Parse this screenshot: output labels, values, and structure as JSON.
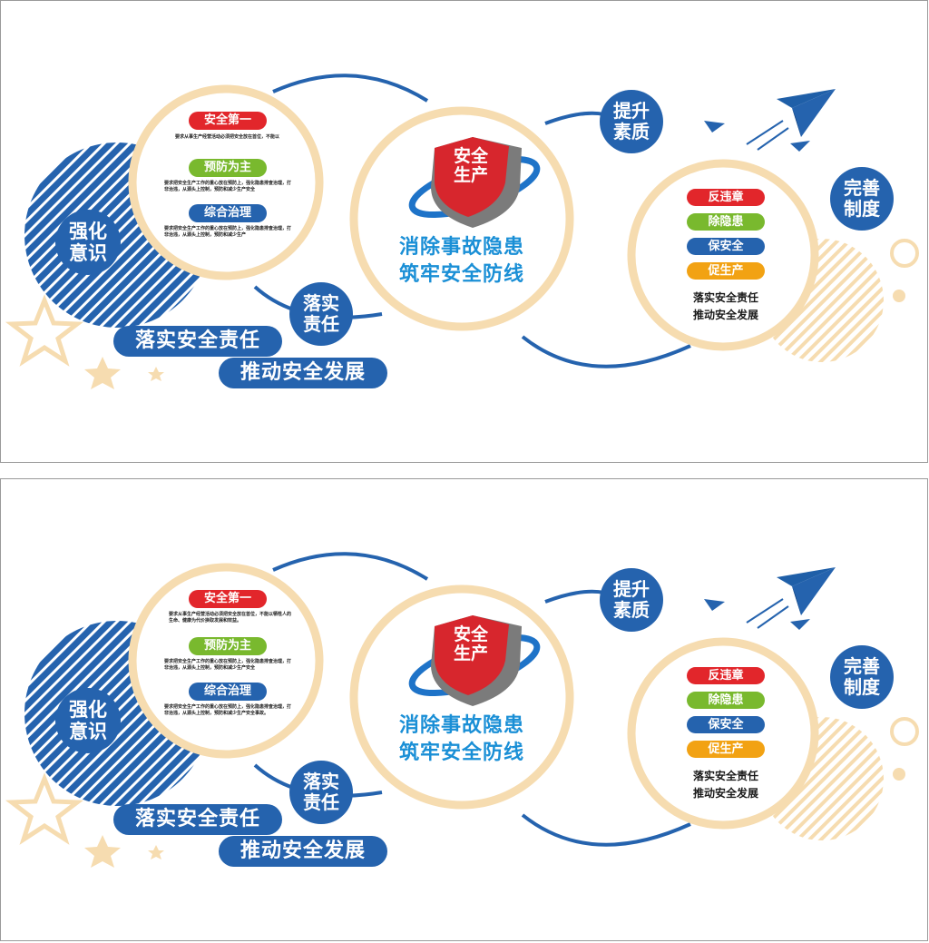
{
  "colors": {
    "brand_blue": "#2563ae",
    "slogan_blue": "#1a8fd6",
    "beige": "#f6dcb0",
    "red": "#e2262b",
    "green": "#79b92e",
    "orange": "#f2a213",
    "navy": "#1f5fa8"
  },
  "panels": [
    {
      "left_circle": {
        "badge": "强化意识",
        "items": [
          {
            "title": "安全第一",
            "text": "要求从事生产经营活动必须把安全放在首位，不能以"
          },
          {
            "title": "预防为主",
            "text": "要求把安全生产工作的重心放在预防上，强化隐患排查治理，打非治违，从源头上控制，预防和减少生产安全"
          },
          {
            "title": "综合治理",
            "text": "要求把安全生产工作的重心放在预防上，强化隐患排查治理，打非治违，从源头上控制，预防和减少生产"
          }
        ]
      },
      "badge_luoshi": "落实责任",
      "slogans_bottom": [
        "落实安全责任",
        "推动安全发展"
      ],
      "center": {
        "shield_text": "安全生产",
        "slogan": [
          "消除事故隐患",
          "筑牢安全防线"
        ]
      },
      "badge_tisheng": "提升素质",
      "badge_wanshan": "完善制度",
      "right_circle": {
        "tags": [
          "反违章",
          "除隐患",
          "保安全",
          "促生产"
        ],
        "lines": [
          "落实安全责任",
          "推动安全发展"
        ]
      },
      "icons": [
        "paper-plane-icon",
        "star-icon"
      ]
    },
    {
      "left_circle": {
        "badge": "强化意识",
        "items": [
          {
            "title": "安全第一",
            "text": "要求从事生产经营活动必须把安全放在首位，不能以牺牲人的生命、健康为代价换取发展和效益。"
          },
          {
            "title": "预防为主",
            "text": "要求把安全生产工作的重心放在预防上，强化隐患排查治理，打非治违，从源头上控制，预防和减少生产安全"
          },
          {
            "title": "综合治理",
            "text": "要求把安全生产工作的重心放在预防上，强化隐患排查治理，打非治违，从源头上控制，预防和减少生产安全事故。"
          }
        ]
      },
      "badge_luoshi": "落实责任",
      "slogans_bottom": [
        "落实安全责任",
        "推动安全发展"
      ],
      "center": {
        "shield_text": "安全生产",
        "slogan": [
          "消除事故隐患",
          "筑牢安全防线"
        ]
      },
      "badge_tisheng": "提升素质",
      "badge_wanshan": "完善制度",
      "right_circle": {
        "tags": [
          "反违章",
          "除隐患",
          "保安全",
          "促生产"
        ],
        "lines": [
          "落实安全责任",
          "推动安全发展"
        ]
      },
      "icons": [
        "paper-plane-icon",
        "star-icon"
      ]
    }
  ]
}
